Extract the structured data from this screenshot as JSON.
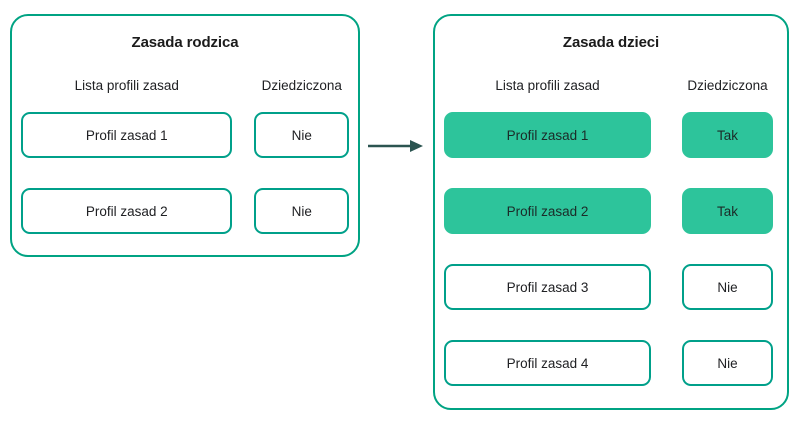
{
  "diagram": {
    "colors": {
      "panel_border": "#00a383",
      "card_border": "#00a08a",
      "card_filled": "#2dc49b",
      "arrow": "#2b5450",
      "text": "#202124",
      "background": "#ffffff"
    },
    "arrow": {
      "icon": "arrow-right-icon",
      "direction": "left-to-right"
    },
    "panels": [
      {
        "id": "parent-policy",
        "title": "Zasada rodzica",
        "columns": {
          "name": "Lista profili zasad",
          "inherited": "Dziedziczona"
        },
        "rows": [
          {
            "name": "Profil zasad 1",
            "inherited": "Nie",
            "highlighted": false
          },
          {
            "name": "Profil zasad 2",
            "inherited": "Nie",
            "highlighted": false
          }
        ]
      },
      {
        "id": "children-policy",
        "title": "Zasada dzieci",
        "columns": {
          "name": "Lista profili zasad",
          "inherited": "Dziedziczona"
        },
        "rows": [
          {
            "name": "Profil zasad 1",
            "inherited": "Tak",
            "highlighted": true
          },
          {
            "name": "Profil zasad 2",
            "inherited": "Tak",
            "highlighted": true
          },
          {
            "name": "Profil zasad 3",
            "inherited": "Nie",
            "highlighted": false
          },
          {
            "name": "Profil zasad 4",
            "inherited": "Nie",
            "highlighted": false
          }
        ]
      }
    ]
  }
}
